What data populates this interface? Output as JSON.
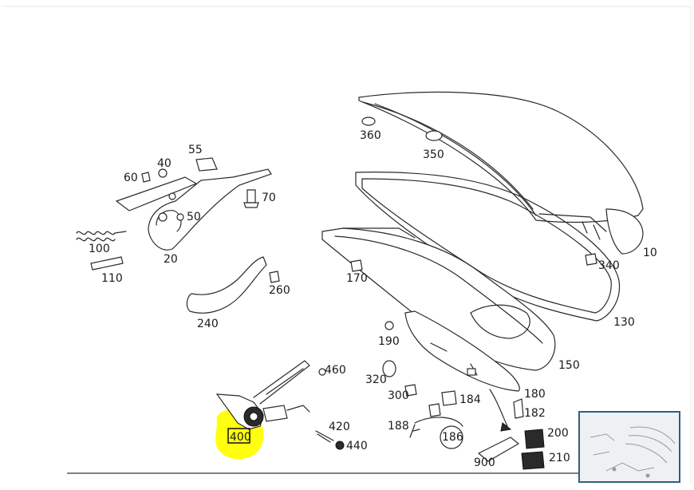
{
  "diagram": {
    "part_labels": [
      "10",
      "20",
      "40",
      "50",
      "55",
      "60",
      "70",
      "100",
      "110",
      "130",
      "150",
      "170",
      "180",
      "182",
      "184",
      "186",
      "188",
      "190",
      "200",
      "210",
      "240",
      "260",
      "300",
      "320",
      "340",
      "350",
      "360",
      "400",
      "420",
      "440",
      "460",
      "900"
    ],
    "highlighted_part": "400",
    "highlight_color": "#ffff00",
    "thumbnail_border_color": "#2f5f80"
  }
}
